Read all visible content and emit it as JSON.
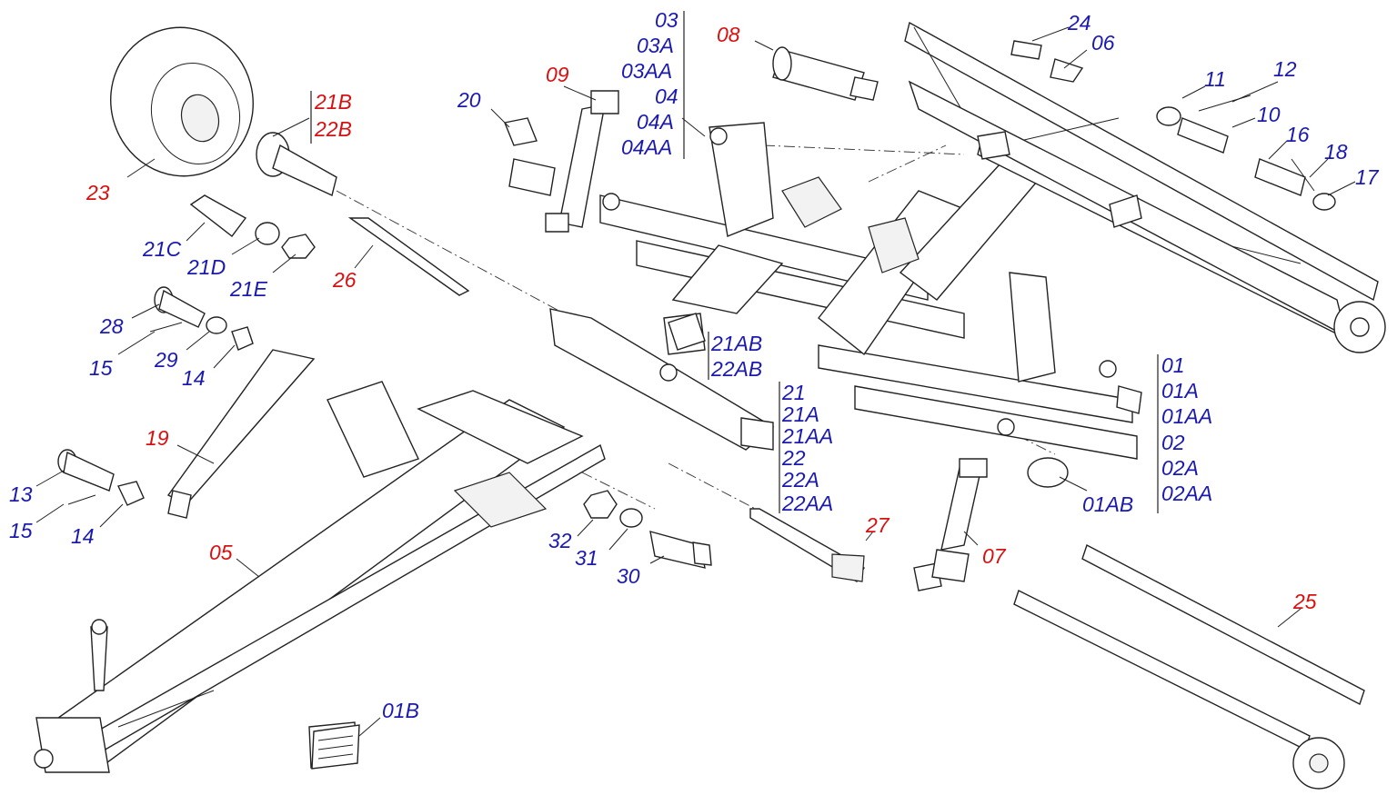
{
  "labels": {
    "l03": "03",
    "l03a": "03A",
    "l03aa": "03AA",
    "l04": "04",
    "l04a": "04A",
    "l04aa": "04AA",
    "l08": "08",
    "l24": "24",
    "l06": "06",
    "l11": "11",
    "l12": "12",
    "l10": "10",
    "l16": "16",
    "l18": "18",
    "l17": "17",
    "l09": "09",
    "l20": "20",
    "l21b": "21B",
    "l22b": "22B",
    "l23": "23",
    "l21c": "21C",
    "l21d": "21D",
    "l21e": "21E",
    "l26": "26",
    "l28": "28",
    "l15a": "15",
    "l29": "29",
    "l14a": "14",
    "l21ab": "21AB",
    "l22ab": "22AB",
    "l21": "21",
    "l21a": "21A",
    "l21aa": "21AA",
    "l22": "22",
    "l22a": "22A",
    "l22aa": "22AA",
    "l01": "01",
    "l01a": "01A",
    "l01aa": "01AA",
    "l02": "02",
    "l02a": "02A",
    "l02aa": "02AA",
    "l01ab": "01AB",
    "l19": "19",
    "l13": "13",
    "l15b": "15",
    "l14b": "14",
    "l32": "32",
    "l31": "31",
    "l30": "30",
    "l27": "27",
    "l07": "07",
    "l05": "05",
    "l25": "25",
    "l01b": "01B"
  },
  "colors": {
    "blue": "#1a1ab0",
    "red": "#d81010",
    "line": "#222222"
  }
}
